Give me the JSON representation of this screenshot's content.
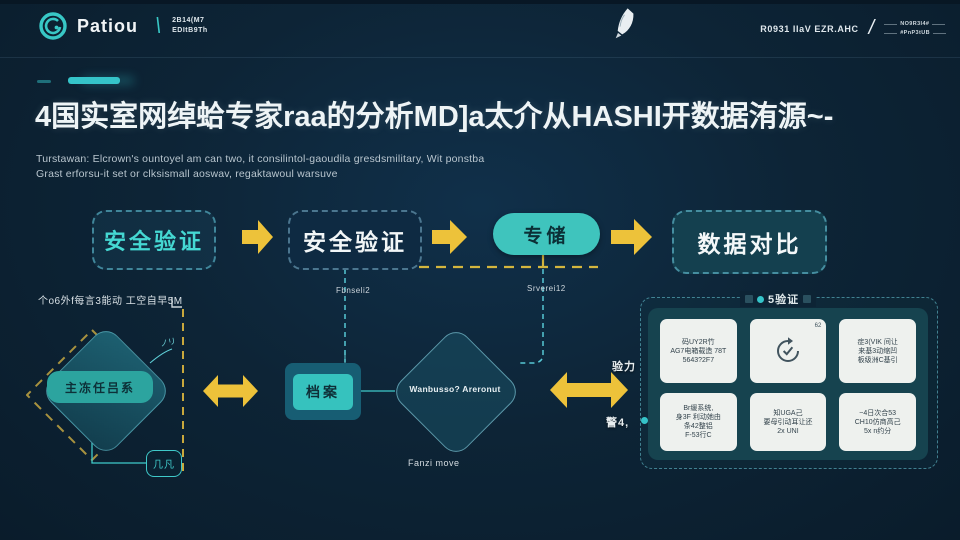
{
  "header": {
    "logo_text": "Patiou",
    "logo_sep": "\\",
    "logo_tag_line1": "2B14(M7",
    "logo_tag_line2": "EDItB9Th",
    "nav_text": "R0931 IIaV EZR.AHC",
    "nav_slash": "/",
    "nav_box_line1": "NO9R3I4#",
    "nav_box_line2": "#PnP3tUB"
  },
  "hero": {
    "title": "4国实室网绰蛤专家raa的分析MD]a太介从HASHI开数据洧源~-",
    "subtitle_line1": "Turstawan: Elcrown's ountoyel am can two, it consilintol-gaoudila gresdsmilitary, Wit ponstba",
    "subtitle_line2": "Grast erforsu-it set or clksismall aoswav, regaktawoul warsuve"
  },
  "flow": {
    "box1_label": "安全验证",
    "box2_label": "安全验证",
    "box2_caption": "Fbnseli2",
    "pill_label": "专储",
    "pill_caption": "Srverei12",
    "box3_label": "数据对比"
  },
  "diagram": {
    "left_caption": "个o6外f每言3能动 工空自早5M",
    "hex1_label": "主冻任吕系",
    "hex1_mark": "ノリ",
    "chip_label": "几凡",
    "archive_label": "档案",
    "hex2_label": "Wanbusso? Areronut",
    "hex2_caption": "Fanzi move",
    "panel": {
      "title": "5验证",
      "side_top": "验力",
      "side_bottom": "警4,",
      "cards": [
        {
          "lines": [
            "码UY2R竹",
            "AG7电箱载造 78T",
            "5643?2F7"
          ]
        },
        {
          "badge": "62"
        },
        {
          "lines": [
            "症3(VIK 间让",
            "来基3动缩凹",
            "板级洲C基引"
          ]
        },
        {
          "lines": [
            "Br缓系统,",
            "身3F 利动她由",
            "条42整铝",
            "F-53行C"
          ]
        },
        {
          "lines": [
            "知UGA己",
            "要母引动耳让还",
            "2x UNI"
          ]
        },
        {
          "lines": [
            "~4日次合53",
            "CH10仿商高己",
            "5x n约分"
          ]
        }
      ]
    }
  },
  "colors": {
    "accent_teal": "#38c7c5",
    "arrow_yellow": "#edc23a",
    "card_bg": "#eef1ee",
    "background": "#0d2435"
  }
}
